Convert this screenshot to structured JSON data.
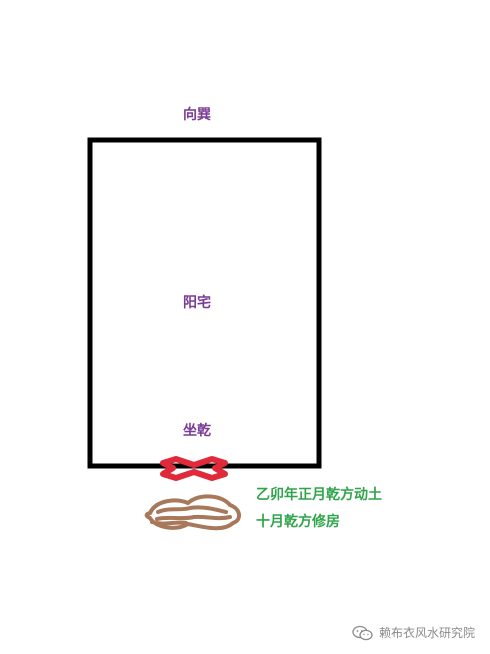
{
  "house": {
    "facing_label": "向巽",
    "name_label": "阳宅",
    "sitting_label": "坐乾"
  },
  "notes": {
    "line1": "乙卯年正月乾方动土",
    "line2": "十月乾方修房"
  },
  "watermark": {
    "text": "赖布衣风水研究院",
    "icon": "wechat-icon"
  },
  "colors": {
    "outline": "#000000",
    "label_purple": "#7a3a96",
    "note_green": "#2fa44a",
    "marker_red": "#e02a3a",
    "dirt_brown": "#a8785a"
  }
}
